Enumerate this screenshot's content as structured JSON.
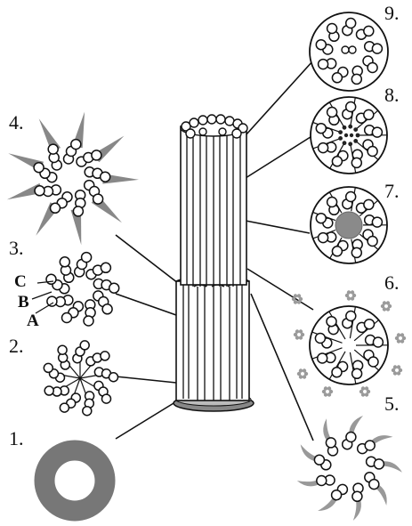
{
  "labels": {
    "stage1": "1.",
    "stage2": "2.",
    "stage3": "3.",
    "stage4": "4.",
    "stage5": "5.",
    "stage6": "6.",
    "stage7": "7.",
    "stage8": "8.",
    "stage9": "9."
  },
  "triplet_labels": {
    "a": "A",
    "b": "B",
    "c": "C"
  },
  "colors": {
    "ink": "#111111",
    "ring_gray": "#777777",
    "spike_gray": "#888888",
    "blade_gray": "#999999",
    "dot_gray": "#9a9a9a",
    "core_gray": "#8a8a8a"
  }
}
